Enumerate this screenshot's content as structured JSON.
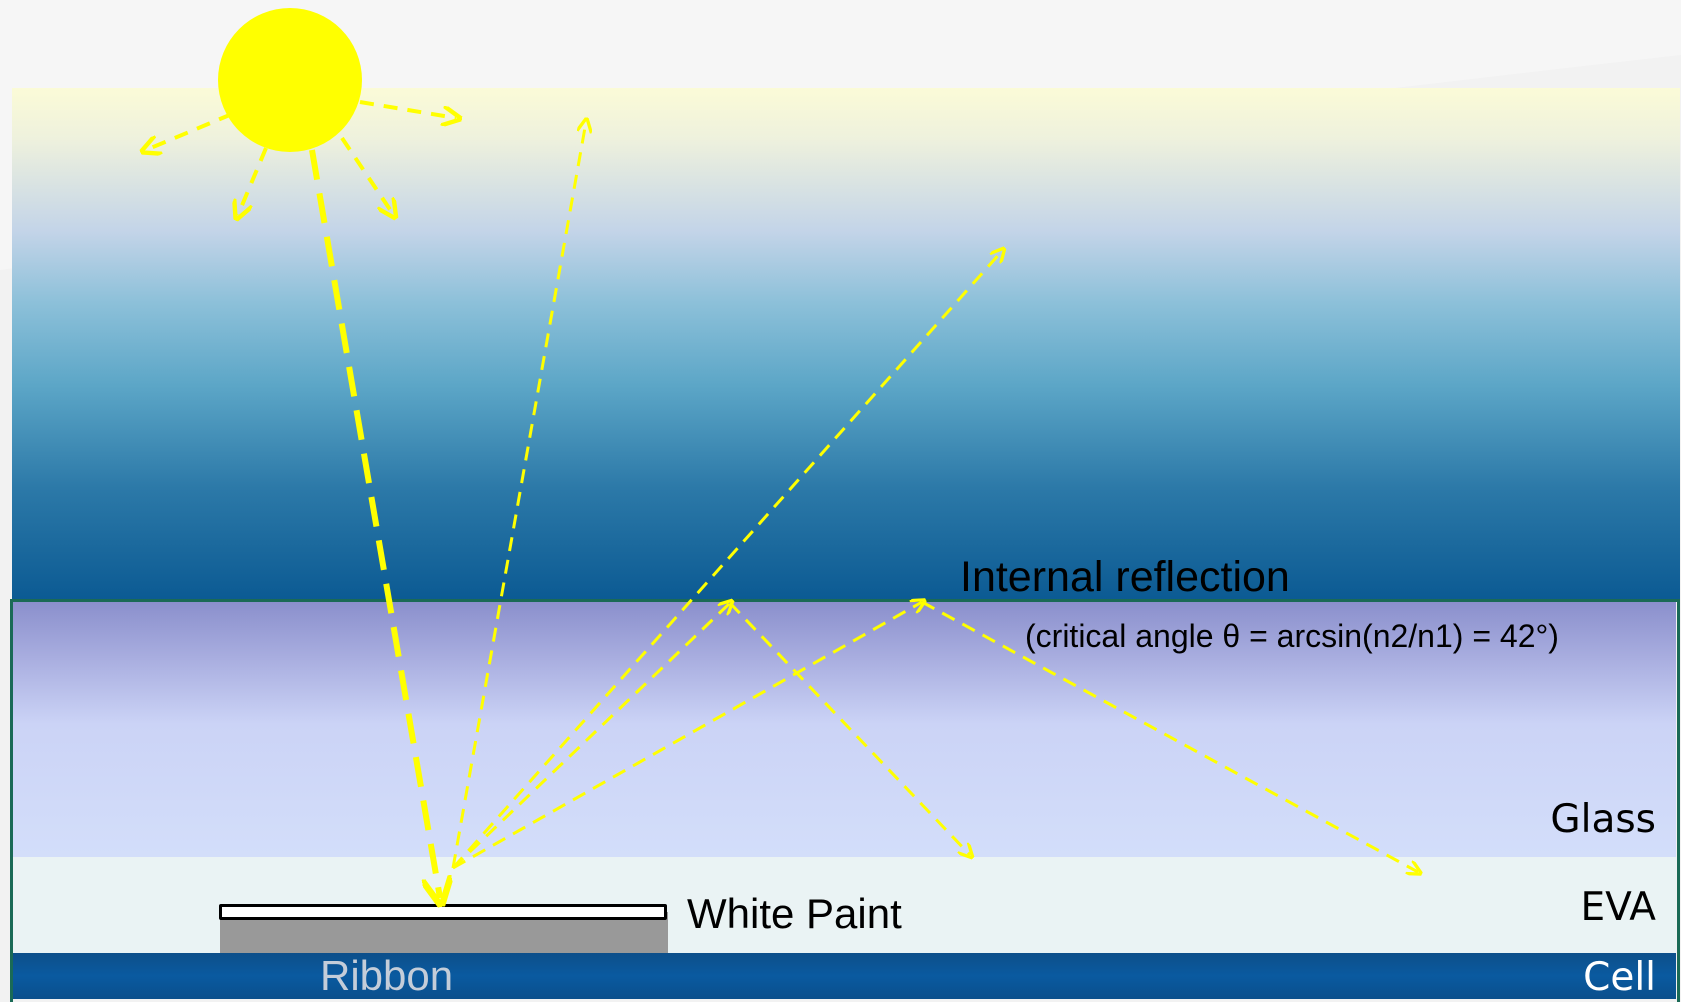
{
  "diagram": {
    "labels": {
      "internal_reflection": "Internal reflection",
      "critical_angle": "(critical angle θ = arcsin(n2/n1) = 42°)",
      "white_paint": "White Paint",
      "ribbon": "Ribbon",
      "glass": "Glass",
      "eva": "EVA",
      "cell": "Cell"
    },
    "colors": {
      "sun": "#ffff00",
      "ray": "#ffff00",
      "glass_border": "#1a6a56",
      "cell": "#0b5a98",
      "ribbon": "#999999",
      "eva": "#eaf3f4"
    },
    "icons": [
      "sun-icon"
    ]
  }
}
